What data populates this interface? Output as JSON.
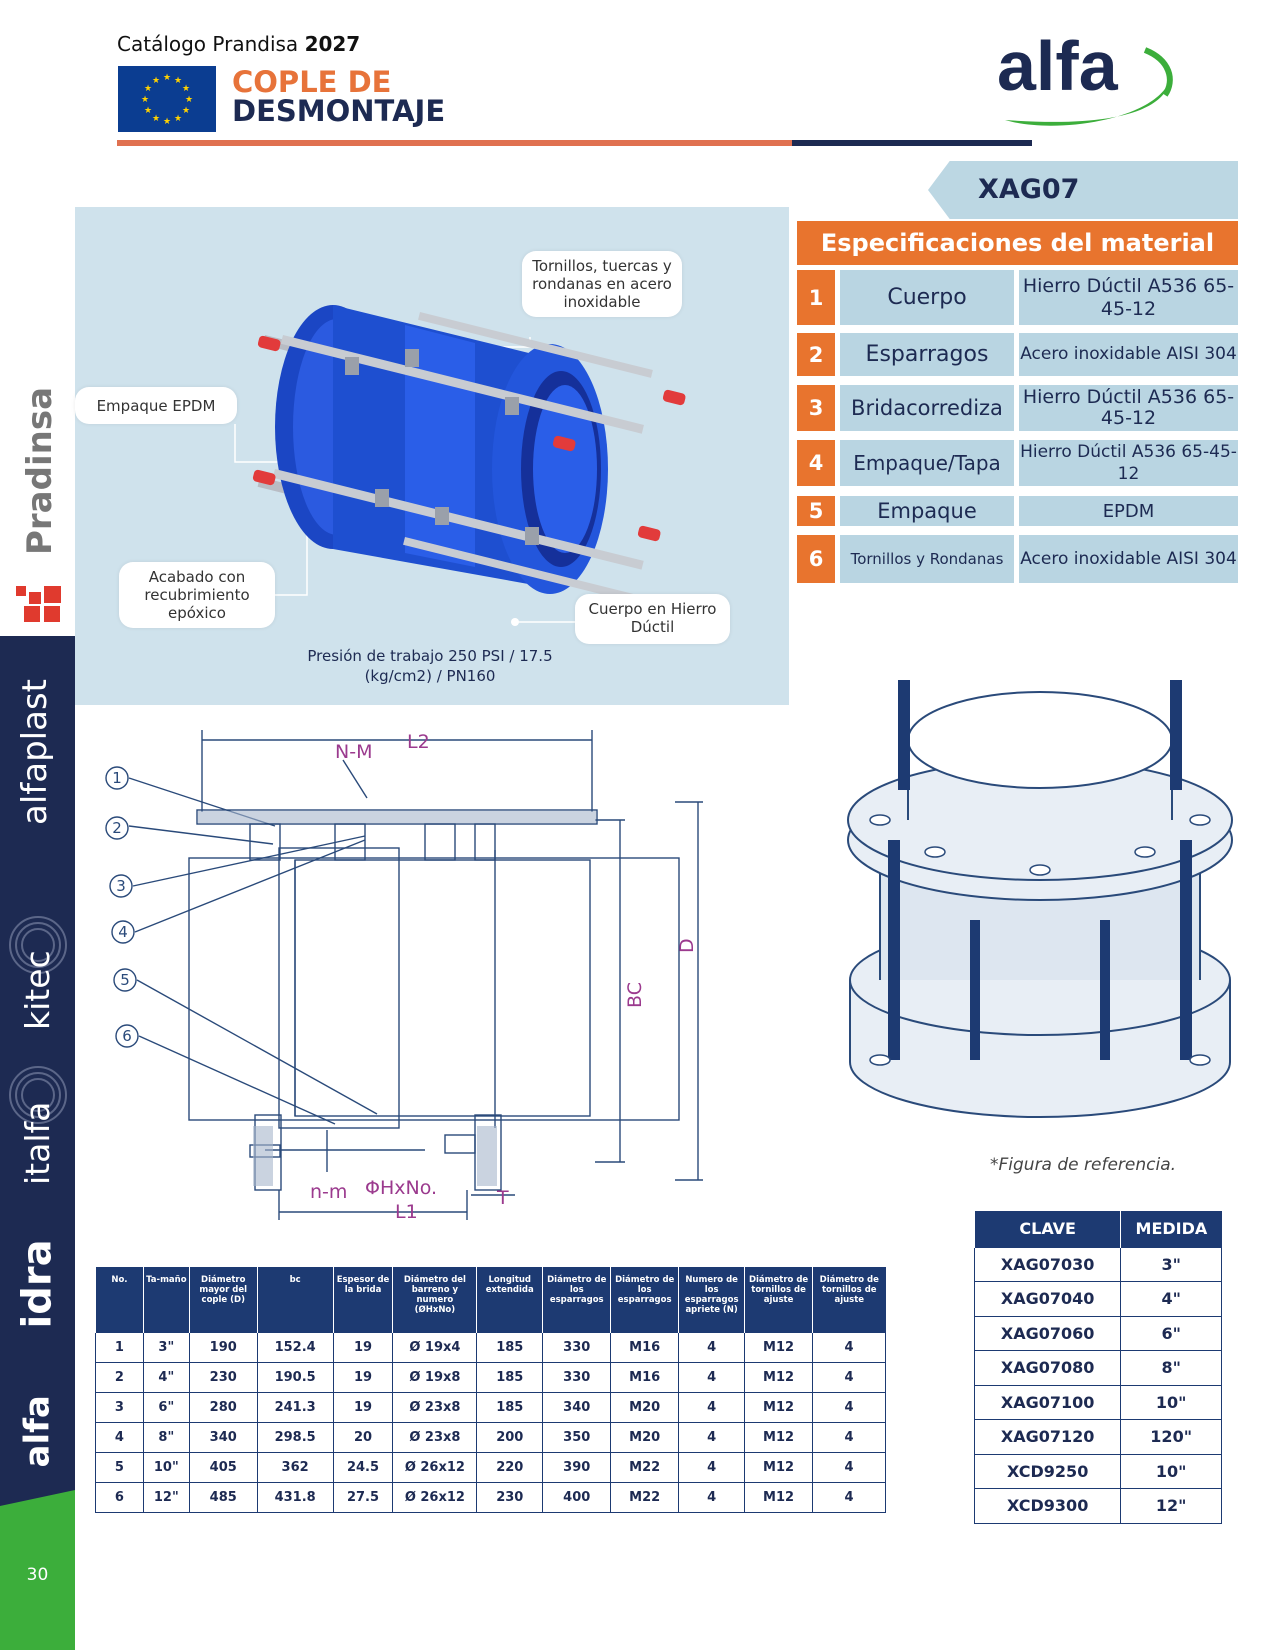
{
  "header": {
    "catalog_prefix": "Catálogo Prandisa",
    "catalog_year": "2027",
    "title_line1": "COPLE DE",
    "title_line2": "DESMONTAJE",
    "logo_text": "alfa"
  },
  "sidebar": {
    "brands": [
      "Pradinsa",
      "alfaplast",
      "kitec",
      "italfa",
      "idra",
      "alfa"
    ],
    "page_number": "30"
  },
  "photo": {
    "callouts": {
      "bolts": "Tornillos, tuercas y rondanas en acero inoxidable",
      "gasket": "Empaque EPDM",
      "coating": "Acabado con recubrimiento epóxico",
      "body": "Cuerpo en Hierro Dúctil"
    },
    "pressure": "Presión de trabajo 250 PSI / 17.5 (kg/cm2) / PN160"
  },
  "spec": {
    "code": "XAG07",
    "heading": "Especificaciones del material",
    "rows": [
      {
        "num": "1",
        "name": "Cuerpo",
        "value": "Hierro Dúctil A536 65-45-12"
      },
      {
        "num": "2",
        "name": "Esparragos",
        "value": "Acero inoxidable AISI 304"
      },
      {
        "num": "3",
        "name": "Bridacorrediza",
        "value": "Hierro Dúctil A536 65-45-12"
      },
      {
        "num": "4",
        "name": "Empaque/Tapa",
        "value": "Hierro Dúctil A536 65-45-12"
      },
      {
        "num": "5",
        "name": "Empaque",
        "value": "EPDM"
      },
      {
        "num": "6",
        "name": "Tornillos y Rondanas",
        "value": "Acero inoxidable AISI 304"
      }
    ]
  },
  "drawing": {
    "labels": {
      "l2": "L2",
      "nm": "N-M",
      "d": "D",
      "bc": "BC",
      "nm_small": "n-m",
      "hole": "ΦHxNo.",
      "l1": "L1",
      "t": "T"
    },
    "callout_numbers": [
      "1",
      "2",
      "3",
      "4",
      "5",
      "6"
    ]
  },
  "reference_note": "*Figura de referencia.",
  "data_table": {
    "headers": [
      "No.",
      "Ta-maño",
      "Diámetro mayor del cople (D)",
      "bc",
      "Espesor de la brida",
      "Diámetro del barreno y numero (ØHxNo)",
      "Longitud extendida",
      "Diámetro de los esparragos",
      "Diámetro de los esparragos",
      "Numero de los esparragos apriete (N)",
      "Diámetro de tornillos de ajuste",
      "Diámetro de tornillos de ajuste"
    ],
    "rows": [
      [
        "1",
        "3\"",
        "190",
        "152.4",
        "19",
        "Ø 19x4",
        "185",
        "330",
        "M16",
        "4",
        "M12",
        "4"
      ],
      [
        "2",
        "4\"",
        "230",
        "190.5",
        "19",
        "Ø 19x8",
        "185",
        "330",
        "M16",
        "4",
        "M12",
        "4"
      ],
      [
        "3",
        "6\"",
        "280",
        "241.3",
        "19",
        "Ø 23x8",
        "185",
        "340",
        "M20",
        "4",
        "M12",
        "4"
      ],
      [
        "4",
        "8\"",
        "340",
        "298.5",
        "20",
        "Ø 23x8",
        "200",
        "350",
        "M20",
        "4",
        "M12",
        "4"
      ],
      [
        "5",
        "10\"",
        "405",
        "362",
        "24.5",
        "Ø 26x12",
        "220",
        "390",
        "M22",
        "4",
        "M12",
        "4"
      ],
      [
        "6",
        "12\"",
        "485",
        "431.8",
        "27.5",
        "Ø 26x12",
        "230",
        "400",
        "M22",
        "4",
        "M12",
        "4"
      ]
    ]
  },
  "key_table": {
    "headers": [
      "CLAVE",
      "MEDIDA"
    ],
    "rows": [
      [
        "XAG07030",
        "3\""
      ],
      [
        "XAG07040",
        "4\""
      ],
      [
        "XAG07060",
        "6\""
      ],
      [
        "XAG07080",
        "8\""
      ],
      [
        "XAG07100",
        "10\""
      ],
      [
        "XAG07120",
        "120\""
      ],
      [
        "XCD9250",
        "10\""
      ],
      [
        "XCD9300",
        "12\""
      ]
    ]
  },
  "colors": {
    "navy": "#1d2a52",
    "orange": "#e8742e",
    "light_blue": "#b9d5e2",
    "green": "#3cae3b",
    "product_blue": "#1e4fd0"
  }
}
